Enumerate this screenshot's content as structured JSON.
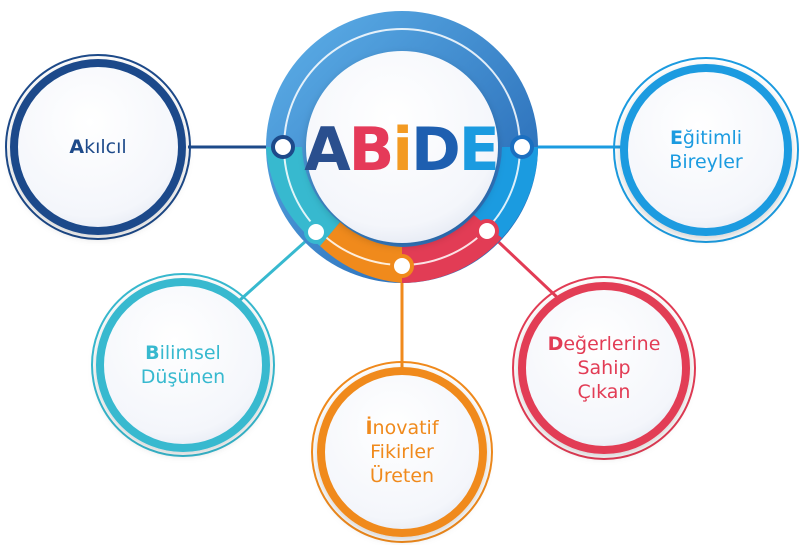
{
  "logo": {
    "letters": [
      "A",
      "B",
      "i",
      "D",
      "E"
    ],
    "colors": [
      "#2a4f8e",
      "#e53a59",
      "#f39a22",
      "#1e5fb0",
      "#1b9be0"
    ]
  },
  "nodes": [
    {
      "id": "akilci",
      "initial": "A",
      "lines": [
        "kılcıl"
      ],
      "color": "#1d4a8a"
    },
    {
      "id": "egitimli",
      "initial": "E",
      "lines": [
        "ğitimli",
        "Bireyler"
      ],
      "color": "#1b9be0"
    },
    {
      "id": "bilimsel",
      "initial": "B",
      "lines": [
        "ilimsel",
        "Düşünen"
      ],
      "color": "#37b9cf"
    },
    {
      "id": "inovatif",
      "initial": "İ",
      "lines": [
        "novatif",
        "Fikirler",
        "Üreten"
      ],
      "color": "#f08a1c"
    },
    {
      "id": "degerlerine",
      "initial": "D",
      "lines": [
        "eğerlerine",
        "Sahip",
        "Çıkan"
      ],
      "color": "#e23c55"
    }
  ]
}
